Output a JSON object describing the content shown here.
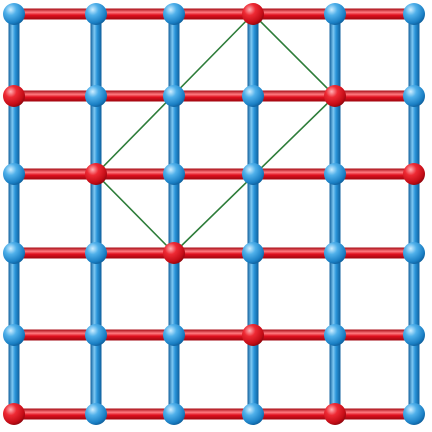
{
  "lattice": {
    "rows": 6,
    "cols": 6,
    "colors": {
      "blue_rod": "#1f86cc",
      "blue_rod_highlight": "#7ec8f2",
      "red_rod": "#e0101e",
      "red_rod_highlight": "#ff7a80",
      "blue_node": "#2a95da",
      "blue_node_highlight": "#cfeeff",
      "red_node": "#d40e18",
      "red_node_highlight": "#ffb0b4",
      "diamond": "#2e7d3a"
    },
    "red_rows": [
      0,
      1,
      2,
      3,
      4,
      5
    ],
    "red_nodes": [
      [
        0,
        3
      ],
      [
        1,
        0
      ],
      [
        1,
        4
      ],
      [
        2,
        1
      ],
      [
        2,
        5
      ],
      [
        3,
        2
      ],
      [
        4,
        3
      ],
      [
        5,
        0
      ],
      [
        5,
        4
      ]
    ],
    "diamond_nodes": [
      [
        0,
        3
      ],
      [
        2,
        1
      ],
      [
        3,
        2
      ],
      [
        1,
        4
      ]
    ]
  }
}
